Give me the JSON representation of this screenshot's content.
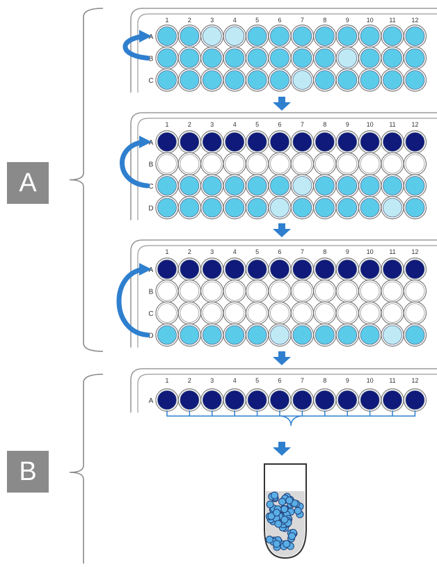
{
  "labels": {
    "section_a": "A",
    "section_b": "B"
  },
  "plate": {
    "columns": [
      "1",
      "2",
      "3",
      "4",
      "5",
      "6",
      "7",
      "8",
      "9",
      "10",
      "11",
      "12"
    ],
    "rows": [
      "A",
      "B",
      "C",
      "D"
    ]
  },
  "colors": {
    "light_well": "#5bcbea",
    "pale_well": "#bfeaf5",
    "dark_well": "#0f1a7a",
    "empty_well": "#ffffff",
    "arrow": "#2f7fcf",
    "plate_outline": "#9a9a9a",
    "label_box": "#8a8a8a"
  },
  "panels": [
    {
      "rows": [
        {
          "label": "A",
          "wells": [
            "L",
            "L",
            "P",
            "P",
            "L",
            "L",
            "L",
            "L",
            "L",
            "L",
            "L",
            "L"
          ]
        },
        {
          "label": "B",
          "wells": [
            "L",
            "L",
            "L",
            "L",
            "L",
            "L",
            "L",
            "L",
            "P",
            "L",
            "L",
            "L"
          ]
        },
        {
          "label": "C",
          "wells": [
            "L",
            "L",
            "L",
            "L",
            "L",
            "L",
            "P",
            "L",
            "L",
            "L",
            "L",
            "L"
          ]
        }
      ],
      "transfer": {
        "from": "B",
        "to": "A"
      }
    },
    {
      "rows": [
        {
          "label": "A",
          "wells": [
            "D",
            "D",
            "D",
            "D",
            "D",
            "D",
            "D",
            "D",
            "D",
            "D",
            "D",
            "D"
          ]
        },
        {
          "label": "B",
          "wells": [
            "E",
            "E",
            "E",
            "E",
            "E",
            "E",
            "E",
            "E",
            "E",
            "E",
            "E",
            "E"
          ]
        },
        {
          "label": "C",
          "wells": [
            "L",
            "L",
            "L",
            "L",
            "L",
            "L",
            "P",
            "L",
            "L",
            "L",
            "L",
            "L"
          ]
        },
        {
          "label": "D",
          "wells": [
            "L",
            "L",
            "L",
            "L",
            "L",
            "P",
            "L",
            "L",
            "L",
            "L",
            "P",
            "L"
          ]
        }
      ],
      "transfer": {
        "from": "C",
        "to": "A"
      }
    },
    {
      "rows": [
        {
          "label": "A",
          "wells": [
            "D",
            "D",
            "D",
            "D",
            "D",
            "D",
            "D",
            "D",
            "D",
            "D",
            "D",
            "D"
          ]
        },
        {
          "label": "B",
          "wells": [
            "E",
            "E",
            "E",
            "E",
            "E",
            "E",
            "E",
            "E",
            "E",
            "E",
            "E",
            "E"
          ]
        },
        {
          "label": "C",
          "wells": [
            "E",
            "E",
            "E",
            "E",
            "E",
            "E",
            "E",
            "E",
            "E",
            "E",
            "E",
            "E"
          ]
        },
        {
          "label": "D",
          "wells": [
            "L",
            "L",
            "L",
            "L",
            "L",
            "P",
            "L",
            "L",
            "L",
            "L",
            "P",
            "L"
          ]
        }
      ],
      "transfer": {
        "from": "D",
        "to": "A"
      }
    },
    {
      "rows": [
        {
          "label": "A",
          "wells": [
            "D",
            "D",
            "D",
            "D",
            "D",
            "D",
            "D",
            "D",
            "D",
            "D",
            "D",
            "D"
          ]
        }
      ],
      "pooled": true
    }
  ],
  "tube": {
    "contents": "beads"
  }
}
